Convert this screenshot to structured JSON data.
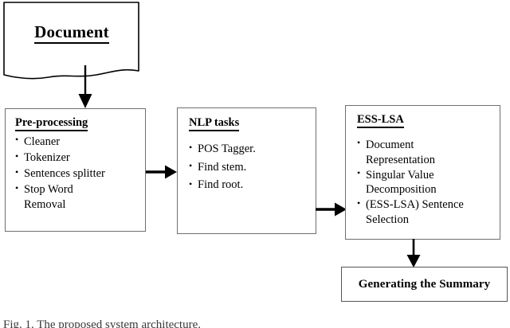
{
  "diagram": {
    "title_source": "system architecture flowchart",
    "document_node": {
      "label": "Document",
      "shape": "document-wavy-bottom"
    },
    "stages": [
      {
        "id": "pre-processing",
        "heading": "Pre-processing",
        "items": [
          "Cleaner",
          "Tokenizer",
          "Sentences splitter",
          "Stop Word\n Removal"
        ]
      },
      {
        "id": "nlp-tasks",
        "heading": "NLP tasks",
        "items": [
          "POS Tagger.",
          "Find stem.",
          "Find root."
        ]
      },
      {
        "id": "ess-lsa",
        "heading": "ESS-LSA",
        "items": [
          "Document\n Representation",
          "Singular Value\n Decomposition",
          "(ESS-LSA) Sentence\n Selection"
        ]
      }
    ],
    "output_node": {
      "label": "Generating the Summary"
    },
    "arrows": [
      {
        "id": "document-to-preprocessing",
        "direction": "down"
      },
      {
        "id": "preprocessing-to-nlp",
        "direction": "right"
      },
      {
        "id": "nlp-to-esslsa",
        "direction": "right"
      },
      {
        "id": "esslsa-to-summary",
        "direction": "down"
      }
    ],
    "caption": "Fig. 1. The proposed system architecture.",
    "colors": {
      "stroke": "#000000",
      "box_border": "#6f6f6f",
      "background": "#ffffff",
      "text": "#000000"
    }
  }
}
